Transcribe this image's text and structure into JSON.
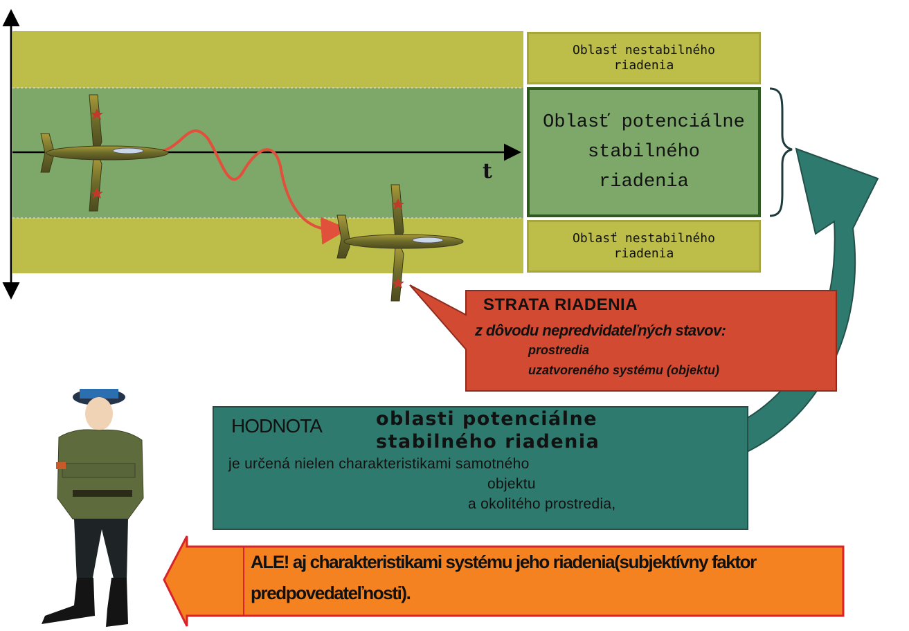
{
  "axis": {
    "time_label": "t"
  },
  "regions": {
    "upper_unstable": "Oblasť nestabilného\nriadenia",
    "potential_stable": "Oblasť potenciálne\nstabilného\nriadenia",
    "lower_unstable": "Oblasť nestabilného\nriadenia"
  },
  "loss_callout": {
    "title": "STRATA RIADENIA",
    "subtitle": "z dôvodu nepredvidateľných stavov:",
    "item1": "prostredia",
    "item2": "uzatvoreného systému (objektu)"
  },
  "value_box": {
    "lead": "HODNOTA",
    "heading_line1": "oblasti potenciálne",
    "heading_line2": "stabilného riadenia",
    "line1": "je určená nielen charakteristikami samotného",
    "line2": "objektu",
    "line3": "a okolitého prostredia,"
  },
  "but_arrow": {
    "line1": "ALE! aj charakteristikami systému jeho riadenia(subjektívny faktor",
    "line2": "predpovedateľnosti)."
  },
  "colors": {
    "unstable_band": "#bdbd4a",
    "stable_band": "#7ea86a",
    "stable_border": "#2f5a1f",
    "loss_fill": "#d24a32",
    "value_fill": "#2f7a6e",
    "but_fill": "#f58220",
    "trajectory": "#e0503a"
  },
  "icons": [
    "jet-aircraft-icon",
    "officer-figure-icon"
  ]
}
